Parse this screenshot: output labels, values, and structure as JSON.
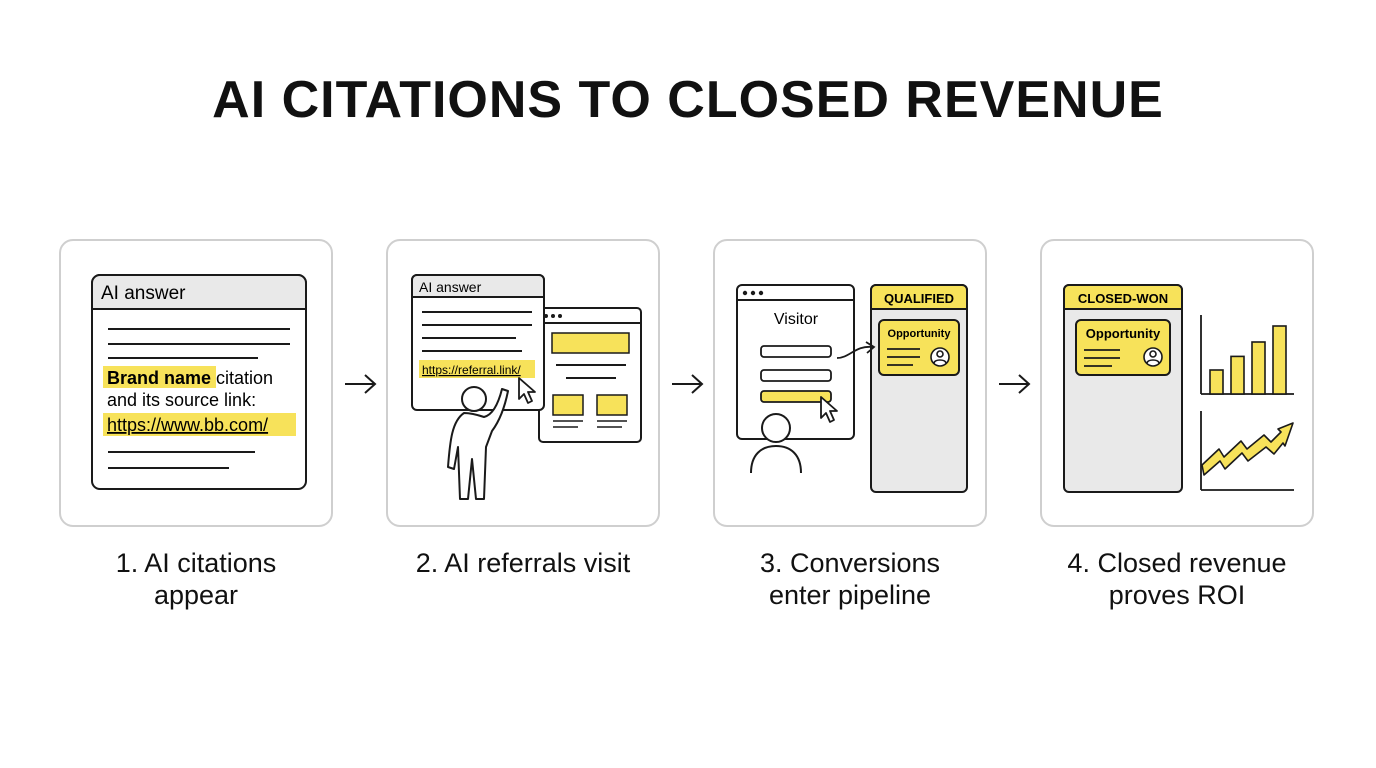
{
  "title": "AI CITATIONS TO CLOSED REVENUE",
  "colors": {
    "accent": "#f7e25a",
    "stroke": "#1a1a1a",
    "panel_border": "#cfcfcf",
    "gray_fill": "#e9e9e9"
  },
  "steps": [
    {
      "caption_line1": "1. AI citations",
      "caption_line2": "appear",
      "window_title": "AI answer",
      "brand_name": "Brand name",
      "citation_word": " citation",
      "source_text": "and its source link:",
      "url": "https://www.bb.com/"
    },
    {
      "caption_line1": "2. AI referrals visit",
      "caption_line2": "",
      "window_title": "AI answer",
      "referral_link": "https://referral.link/"
    },
    {
      "caption_line1": "3. Conversions",
      "caption_line2": "enter pipeline",
      "form_title": "Visitor",
      "column_label": "QUALIFIED",
      "card_label": "Opportunity"
    },
    {
      "caption_line1": "4. Closed revenue",
      "caption_line2": "proves ROI",
      "column_label": "CLOSED-WON",
      "card_label": "Opportunity",
      "bar_values": [
        0.3,
        0.47,
        0.65,
        0.85
      ]
    }
  ],
  "arrow_glyph": "→"
}
